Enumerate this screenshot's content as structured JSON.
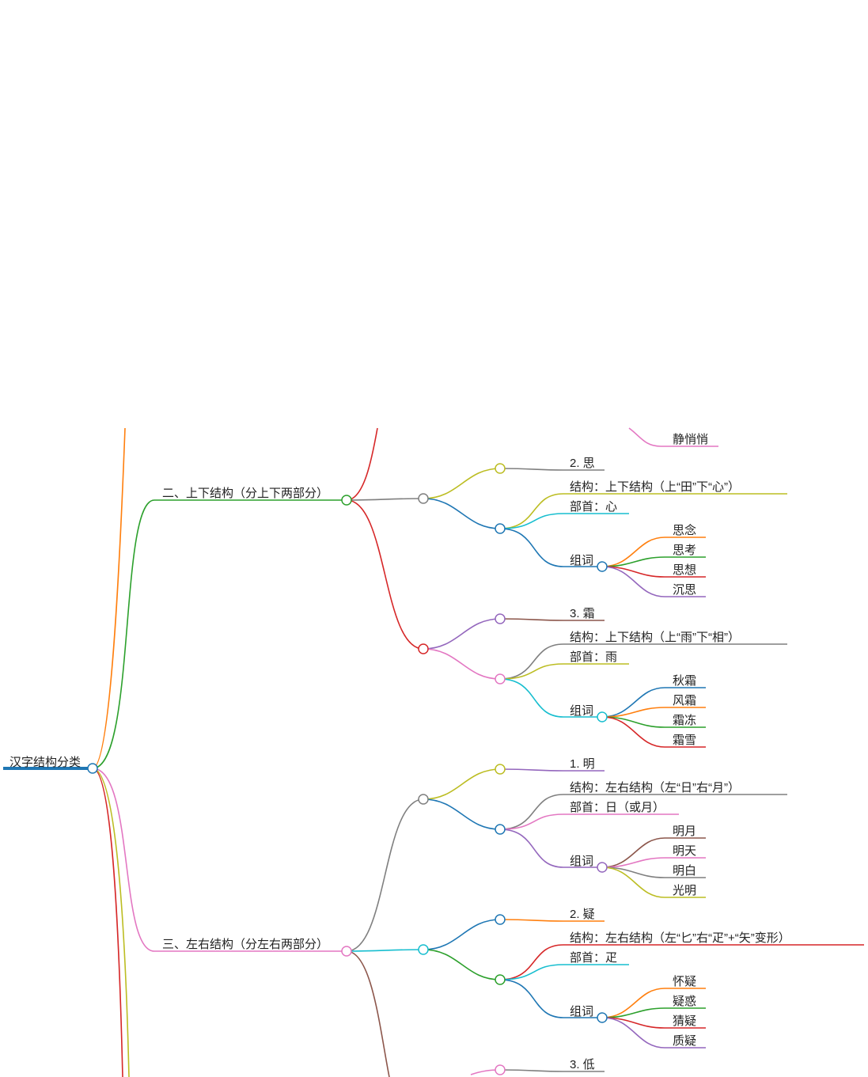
{
  "mindmap": {
    "root": "汉字结构分类",
    "branches": {
      "top_bottom": {
        "title": "二、上下结构（分上下两部分）",
        "partial_leaf": "静悄悄",
        "si": {
          "label": "2. 思",
          "structure": "结构：上下结构（上“田”下“心”）",
          "radical": "部首：心",
          "words_label": "组词",
          "words": [
            "思念",
            "思考",
            "思想",
            "沉思"
          ]
        },
        "shuang": {
          "label": "3. 霜",
          "structure": "结构：上下结构（上“雨”下“相”）",
          "radical": "部首：雨",
          "words_label": "组词",
          "words": [
            "秋霜",
            "风霜",
            "霜冻",
            "霜雪"
          ]
        }
      },
      "left_right": {
        "title": "三、左右结构（分左右两部分）",
        "ming": {
          "label": "1. 明",
          "structure": "结构：左右结构（左“日”右“月”）",
          "radical": "部首：日（或月）",
          "words_label": "组词",
          "words": [
            "明月",
            "明天",
            "明白",
            "光明"
          ]
        },
        "yi": {
          "label": "2. 疑",
          "structure": "结构：左右结构（左“匕”右“疋”+“矢”变形）",
          "radical": "部首：疋",
          "words_label": "组词",
          "words": [
            "怀疑",
            "疑惑",
            "猜疑",
            "质疑"
          ]
        },
        "di": {
          "label": "3. 低"
        }
      }
    }
  },
  "colors": {
    "root": "#1f77b4",
    "orange": "#ff7f0e",
    "green": "#2ca02c",
    "red": "#d62728",
    "purple": "#9467bd",
    "brown": "#8c564b",
    "pink": "#e377c2",
    "gray": "#7f7f7f",
    "olive": "#bcbd22",
    "cyan": "#17becf",
    "blue": "#1f77b4"
  }
}
